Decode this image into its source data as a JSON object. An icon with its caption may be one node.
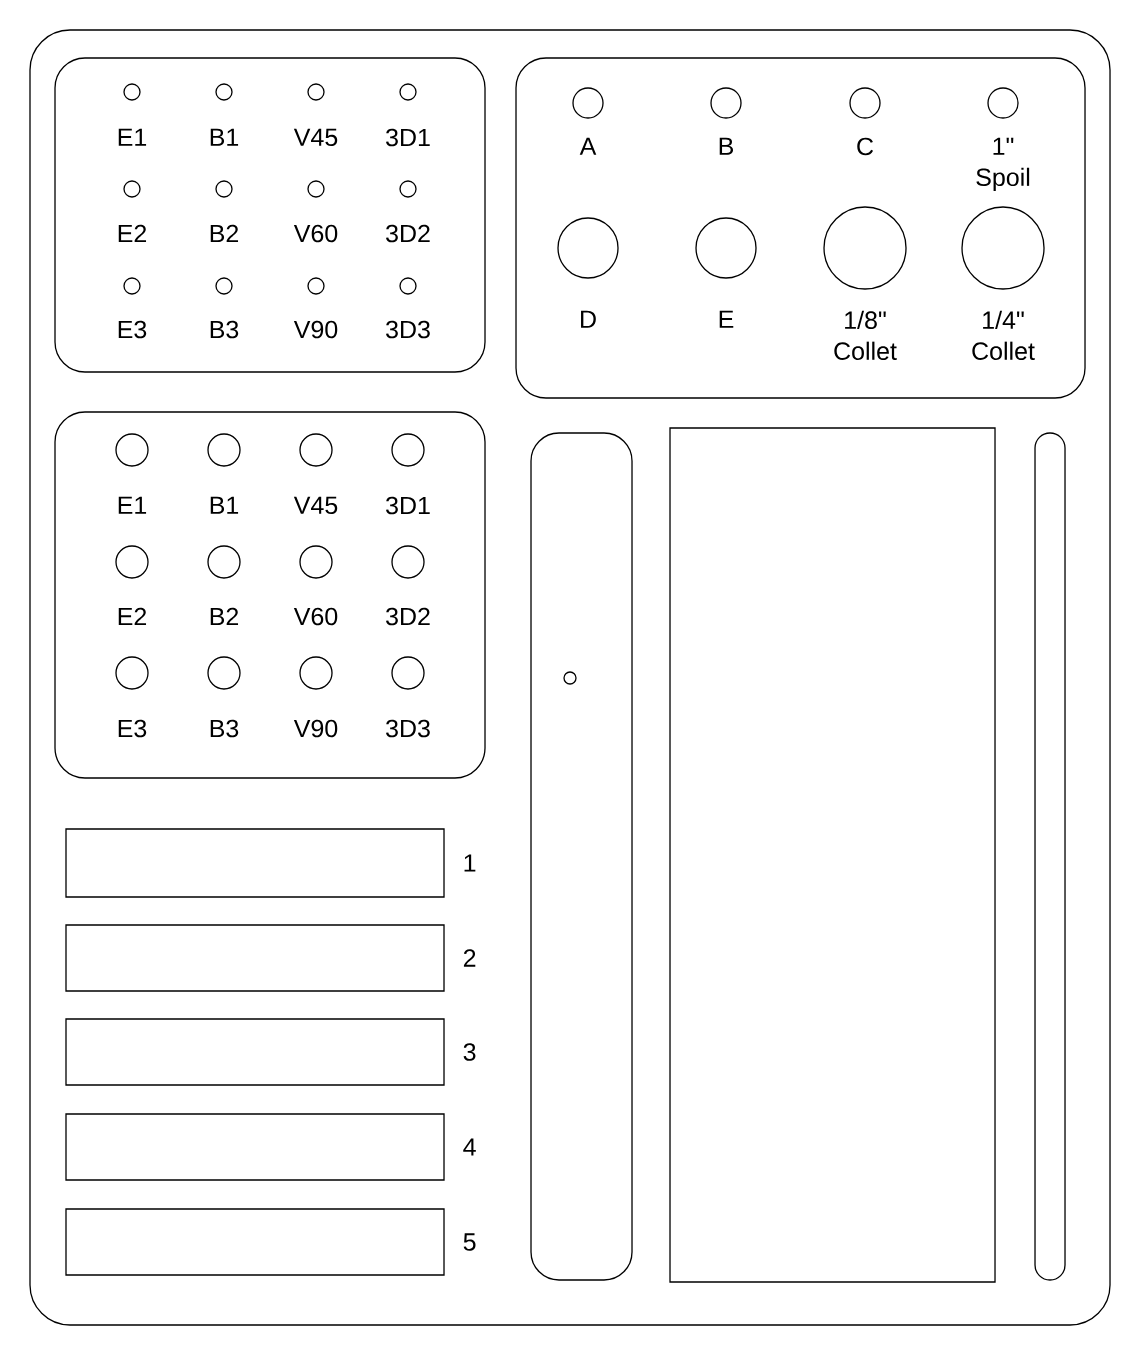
{
  "diagram": {
    "nodes": [
      {
        "text": [],
        "shape": "box"
      },
      {
        "text": [],
        "shape": "box",
        "in": 0
      },
      {
        "text": [],
        "shape": "circle",
        "beside": [
          "E1"
        ],
        "in": 1
      },
      {
        "text": [],
        "shape": "circle",
        "beside": [
          "B1"
        ],
        "in": 1
      },
      {
        "text": [],
        "shape": "circle",
        "beside": [
          "V45"
        ],
        "in": 1
      },
      {
        "text": [],
        "shape": "circle",
        "beside": [
          "3D1"
        ],
        "in": 1
      },
      {
        "text": [],
        "shape": "circle",
        "beside": [
          "E2"
        ],
        "in": 1
      },
      {
        "text": [],
        "shape": "circle",
        "beside": [
          "B2"
        ],
        "in": 1
      },
      {
        "text": [],
        "shape": "circle",
        "beside": [
          "V60"
        ],
        "in": 1
      },
      {
        "text": [],
        "shape": "circle",
        "beside": [
          "3D2"
        ],
        "in": 1
      },
      {
        "text": [],
        "shape": "circle",
        "beside": [
          "E3"
        ],
        "in": 1
      },
      {
        "text": [],
        "shape": "circle",
        "beside": [
          "B3"
        ],
        "in": 1
      },
      {
        "text": [],
        "shape": "circle",
        "beside": [
          "V90"
        ],
        "in": 1
      },
      {
        "text": [],
        "shape": "circle",
        "beside": [
          "3D3"
        ],
        "in": 1
      },
      {
        "text": [],
        "shape": "box",
        "in": 0
      },
      {
        "text": [],
        "shape": "circle",
        "beside": [
          "A"
        ],
        "in": 14
      },
      {
        "text": [],
        "shape": "circle",
        "beside": [
          "B"
        ],
        "in": 14
      },
      {
        "text": [],
        "shape": "circle",
        "beside": [
          "C"
        ],
        "in": 14
      },
      {
        "text": [],
        "shape": "circle",
        "beside": [
          "1\" Spoil"
        ],
        "in": 14
      },
      {
        "text": [],
        "shape": "circle",
        "beside": [
          "D"
        ],
        "in": 14
      },
      {
        "text": [],
        "shape": "circle",
        "beside": [
          "E"
        ],
        "in": 14
      },
      {
        "text": [],
        "shape": "circle",
        "beside": [
          "1/8\" Collet"
        ],
        "in": 14
      },
      {
        "text": [],
        "shape": "circle",
        "beside": [
          "1/4\" Collet"
        ],
        "in": 14
      },
      {
        "text": [],
        "shape": "box",
        "in": 0
      },
      {
        "text": [],
        "shape": "circle",
        "beside": [
          "E1"
        ],
        "in": 23
      },
      {
        "text": [],
        "shape": "circle",
        "beside": [
          "B1"
        ],
        "in": 23
      },
      {
        "text": [],
        "shape": "circle",
        "beside": [
          "V45"
        ],
        "in": 23
      },
      {
        "text": [],
        "shape": "circle",
        "beside": [
          "3D1"
        ],
        "in": 23
      },
      {
        "text": [],
        "shape": "circle",
        "beside": [
          "E2"
        ],
        "in": 23
      },
      {
        "text": [],
        "shape": "circle",
        "beside": [
          "B2"
        ],
        "in": 23
      },
      {
        "text": [],
        "shape": "circle",
        "beside": [
          "V60"
        ],
        "in": 23
      },
      {
        "text": [],
        "shape": "circle",
        "beside": [
          "3D2"
        ],
        "in": 23
      },
      {
        "text": [],
        "shape": "circle",
        "beside": [
          "E3"
        ],
        "in": 23
      },
      {
        "text": [],
        "shape": "circle",
        "beside": [
          "B3"
        ],
        "in": 23
      },
      {
        "text": [],
        "shape": "circle",
        "beside": [
          "V90"
        ],
        "in": 23
      },
      {
        "text": [],
        "shape": "circle",
        "beside": [
          "3D3"
        ],
        "in": 23
      },
      {
        "text": [],
        "shape": "box",
        "beside": [
          "1"
        ],
        "in": 0
      },
      {
        "text": [],
        "shape": "box",
        "beside": [
          "2"
        ],
        "in": 0
      },
      {
        "text": [],
        "shape": "box",
        "beside": [
          "3"
        ],
        "in": 0
      },
      {
        "text": [],
        "shape": "box",
        "beside": [
          "4"
        ],
        "in": 0
      },
      {
        "text": [],
        "shape": "box",
        "beside": [
          "5"
        ],
        "in": 0
      },
      {
        "text": [],
        "shape": "bar",
        "in": 0
      },
      {
        "text": [],
        "shape": "circle",
        "in": 41
      },
      {
        "text": [],
        "shape": "box",
        "in": 0
      },
      {
        "text": [],
        "shape": "bar",
        "in": 0
      }
    ]
  }
}
